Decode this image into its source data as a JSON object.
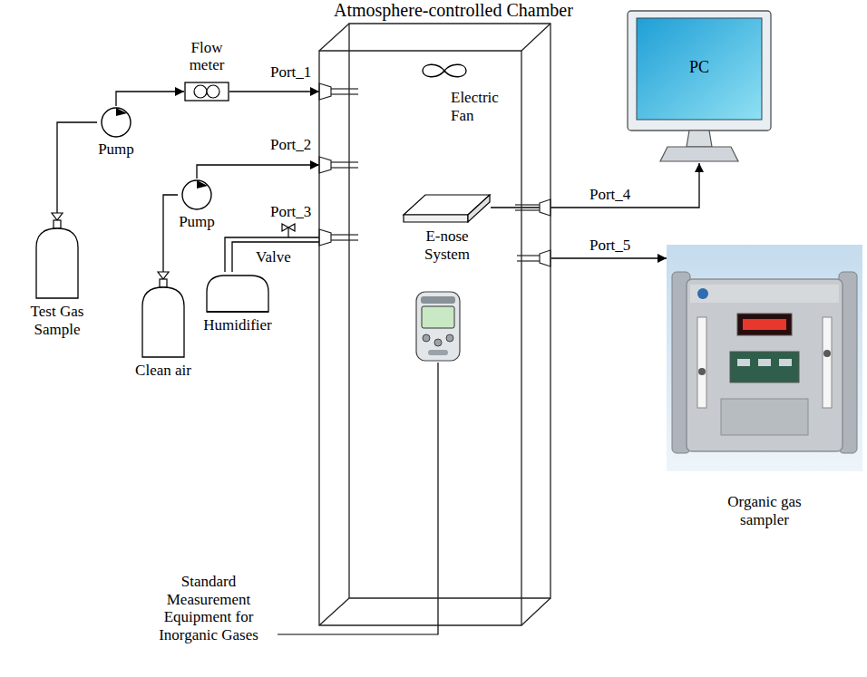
{
  "diagram": {
    "nodes": [
      {
        "text": [
          "Atmosphere-controlled Chamber"
        ]
      },
      {
        "text": [
          "Flow meter"
        ]
      },
      {
        "text": [
          "Pump"
        ]
      },
      {
        "text": [
          "Pump"
        ]
      },
      {
        "text": [
          "Test Gas Sample"
        ]
      },
      {
        "text": [
          "Clean air"
        ]
      },
      {
        "text": [
          "Humidifier"
        ]
      },
      {
        "text": [
          "E-nose System"
        ],
        "in": 0
      },
      {
        "text": [
          "PC"
        ]
      },
      {
        "text": [
          "Organic gas sampler"
        ]
      }
    ],
    "edges": [
      {
        "from": 4,
        "to": 2,
        "arrow": "none"
      },
      {
        "from": 2,
        "to": 1,
        "arrow": "to"
      },
      {
        "from": 1,
        "to": 0,
        "arrow": "to"
      },
      {
        "from": 5,
        "to": 3,
        "arrow": "none"
      },
      {
        "from": 3,
        "to": 0,
        "arrow": "to"
      },
      {
        "from": 6,
        "to": 0,
        "arrow": "none"
      },
      {
        "from": 7,
        "to": 8,
        "arrow": "to"
      },
      {
        "from": 0,
        "to": 9,
        "arrow": "to"
      }
    ],
    "labels": [
      "Port_1",
      "Port_2",
      "Port_3",
      "Valve",
      "Electric Fan",
      "Port_4",
      "Port_5",
      "Standard Measurement Equipment for Inorganic Gases"
    ]
  }
}
